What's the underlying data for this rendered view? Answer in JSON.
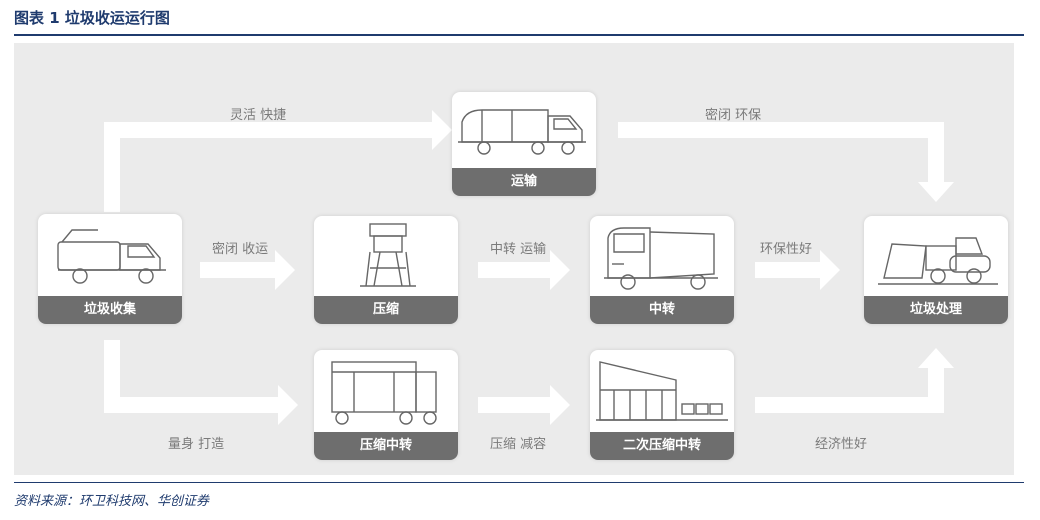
{
  "figure_title": "图表 1 垃圾收运运行图",
  "source": "资料来源：环卫科技网、华创证券",
  "nodes": {
    "collect": "垃圾收集",
    "transport": "运输",
    "compress": "压缩",
    "transfer": "中转",
    "process": "垃圾处理",
    "compress_transfer": "压缩中转",
    "second_compress_transfer": "二次压缩中转"
  },
  "edges": {
    "flexible_fast": "灵活 快捷",
    "sealed_eco_top": "密闭 环保",
    "sealed_collect": "密闭 收运",
    "transfer_transport": "中转 运输",
    "eco_friendly": "环保性好",
    "tailor_made": "量身 打造",
    "compress_reduce": "压缩 减容",
    "economical": "经济性好"
  },
  "colors": {
    "arrow": "#ffffff",
    "label_bar": "#6e6e6e",
    "panel": "#ebebeb",
    "title": "#1f3b6e"
  }
}
